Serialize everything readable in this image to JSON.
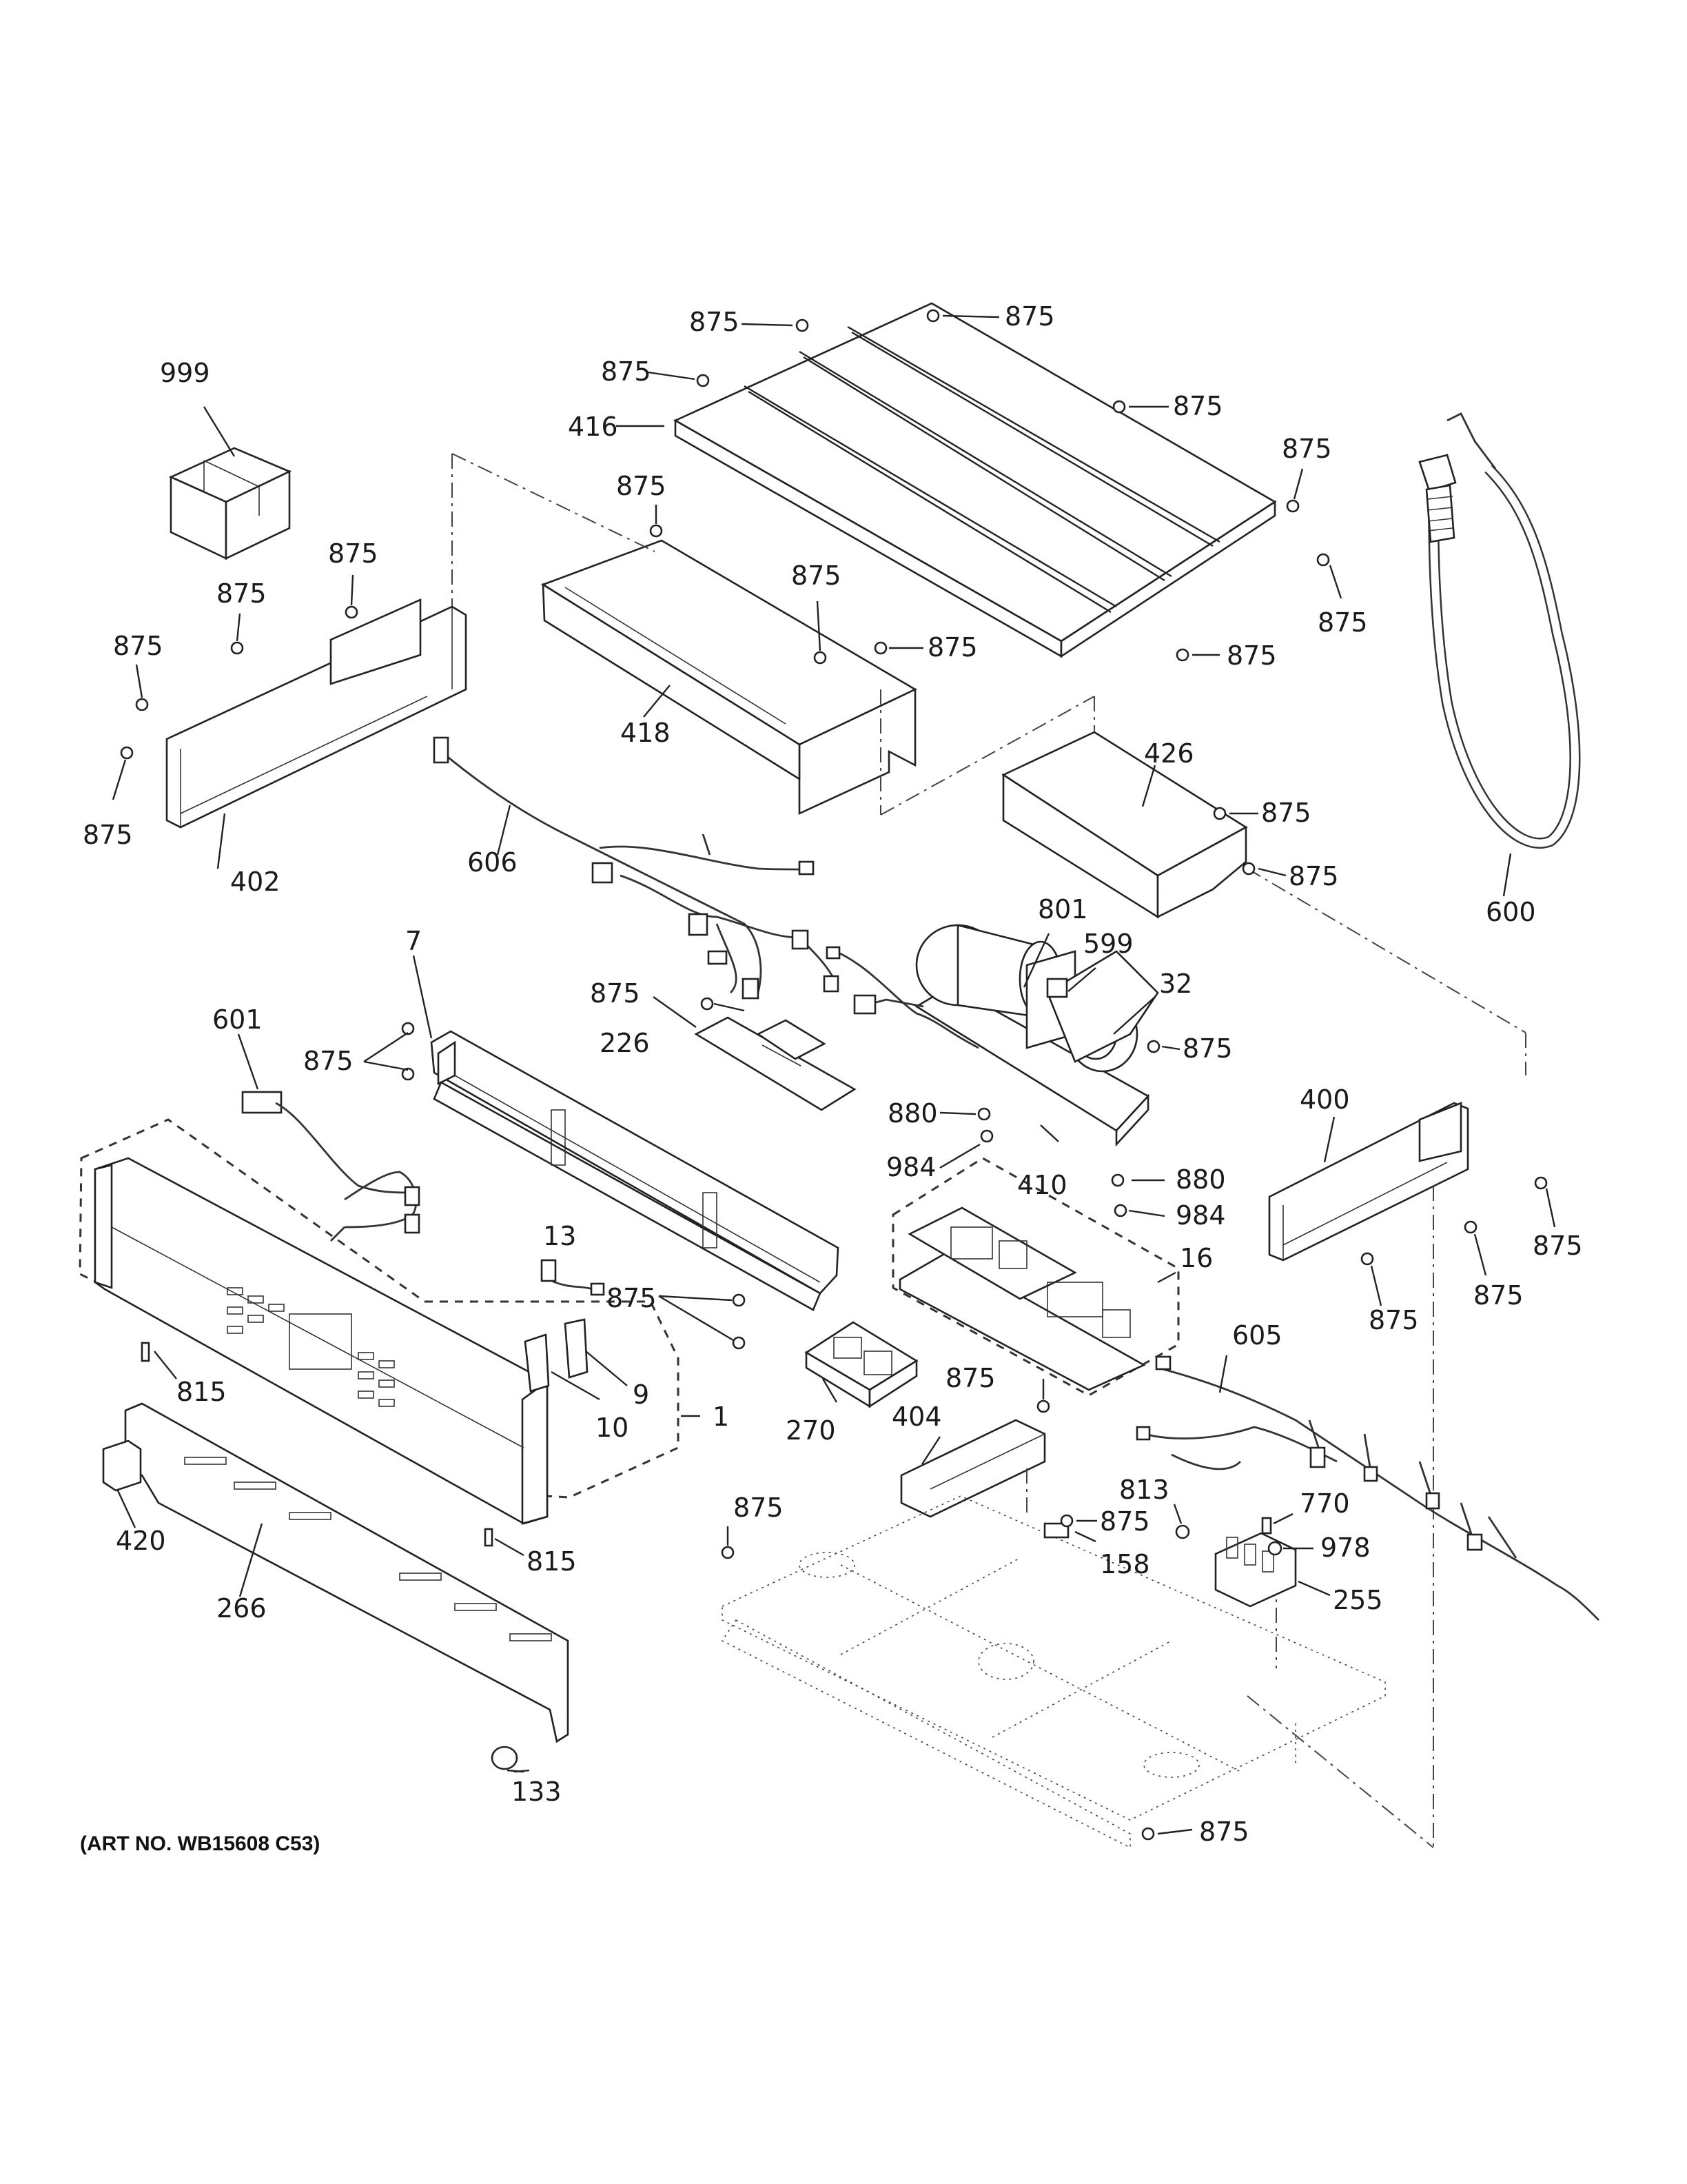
{
  "diagram": {
    "callouts": [
      {
        "id": "c999a",
        "text": "999"
      },
      {
        "id": "c875top1",
        "text": "875"
      },
      {
        "id": "c875top2",
        "text": "875"
      },
      {
        "id": "c875top3",
        "text": "875"
      },
      {
        "id": "c875top4",
        "text": "875"
      },
      {
        "id": "c875top5",
        "text": "875"
      },
      {
        "id": "c875top6",
        "text": "875"
      },
      {
        "id": "c875top7",
        "text": "875"
      },
      {
        "id": "c416",
        "text": "416"
      },
      {
        "id": "c875a",
        "text": "875"
      },
      {
        "id": "c875b",
        "text": "875"
      },
      {
        "id": "c875c",
        "text": "875"
      },
      {
        "id": "c875d",
        "text": "875"
      },
      {
        "id": "c875e",
        "text": "875"
      },
      {
        "id": "c875f",
        "text": "875"
      },
      {
        "id": "c875g",
        "text": "875"
      },
      {
        "id": "c418",
        "text": "418"
      },
      {
        "id": "c402",
        "text": "402"
      },
      {
        "id": "c606",
        "text": "606"
      },
      {
        "id": "c426",
        "text": "426"
      },
      {
        "id": "c875h",
        "text": "875"
      },
      {
        "id": "c875i",
        "text": "875"
      },
      {
        "id": "c600",
        "text": "600"
      },
      {
        "id": "c801",
        "text": "801"
      },
      {
        "id": "c599",
        "text": "599"
      },
      {
        "id": "c32",
        "text": "32"
      },
      {
        "id": "c7",
        "text": "7"
      },
      {
        "id": "c875j",
        "text": "875"
      },
      {
        "id": "c226",
        "text": "226"
      },
      {
        "id": "c875k",
        "text": "875"
      },
      {
        "id": "c601",
        "text": "601"
      },
      {
        "id": "c875l",
        "text": "875"
      },
      {
        "id": "c880a",
        "text": "880"
      },
      {
        "id": "c984a",
        "text": "984"
      },
      {
        "id": "c410",
        "text": "410"
      },
      {
        "id": "c400",
        "text": "400"
      },
      {
        "id": "c880b",
        "text": "880"
      },
      {
        "id": "c984b",
        "text": "984"
      },
      {
        "id": "c875m",
        "text": "875"
      },
      {
        "id": "c875n",
        "text": "875"
      },
      {
        "id": "c875o",
        "text": "875"
      },
      {
        "id": "c13",
        "text": "13"
      },
      {
        "id": "c16",
        "text": "16"
      },
      {
        "id": "c875p",
        "text": "875"
      },
      {
        "id": "c605",
        "text": "605"
      },
      {
        "id": "c9",
        "text": "9"
      },
      {
        "id": "c10",
        "text": "10"
      },
      {
        "id": "c1",
        "text": "1"
      },
      {
        "id": "c815a",
        "text": "815"
      },
      {
        "id": "c270",
        "text": "270"
      },
      {
        "id": "c875q",
        "text": "875"
      },
      {
        "id": "c404",
        "text": "404"
      },
      {
        "id": "c813",
        "text": "813"
      },
      {
        "id": "c770",
        "text": "770"
      },
      {
        "id": "c875r",
        "text": "875"
      },
      {
        "id": "c875s",
        "text": "875"
      },
      {
        "id": "c978",
        "text": "978"
      },
      {
        "id": "c158",
        "text": "158"
      },
      {
        "id": "c255",
        "text": "255"
      },
      {
        "id": "c420",
        "text": "420"
      },
      {
        "id": "c815b",
        "text": "815"
      },
      {
        "id": "c266",
        "text": "266"
      },
      {
        "id": "c133",
        "text": "133"
      },
      {
        "id": "c875t",
        "text": "875"
      }
    ],
    "art_number": "(ART NO. WB15608 C53)"
  }
}
